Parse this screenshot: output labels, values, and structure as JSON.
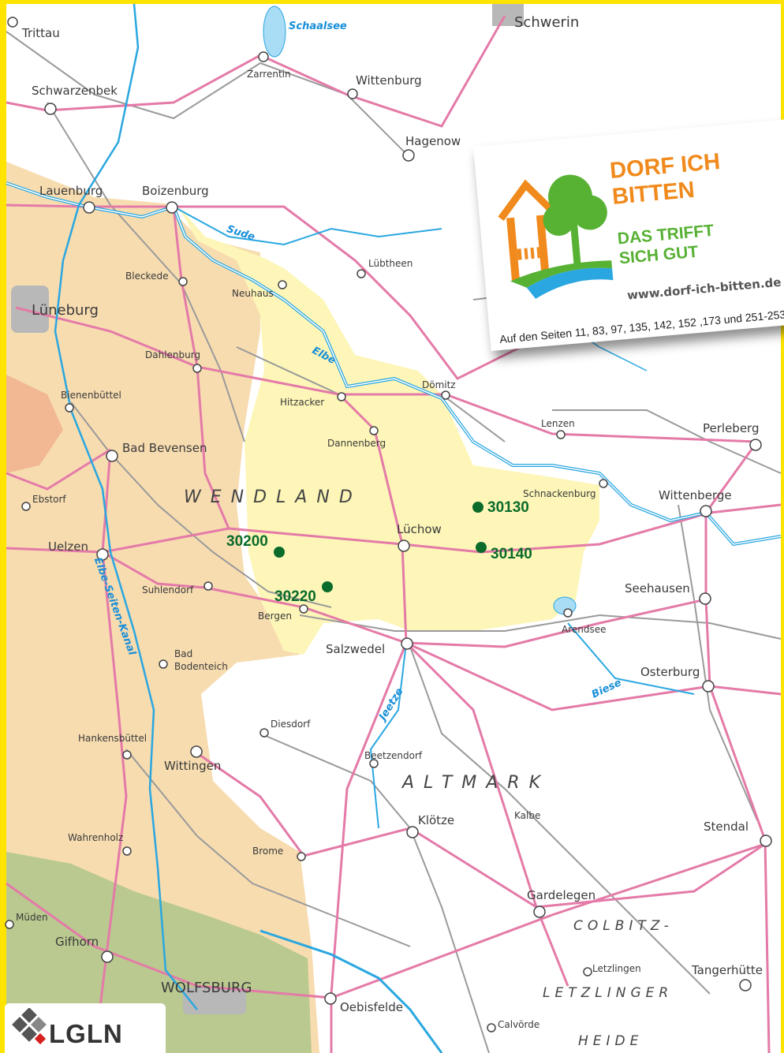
{
  "map": {
    "places_large": [
      {
        "id": "schwerin",
        "name": "Schwerin"
      },
      {
        "id": "lueneburg",
        "name": "Lüneburg"
      },
      {
        "id": "wolfsburg",
        "name": "WOLFSBURG"
      }
    ],
    "places_medium": [
      {
        "id": "trittau",
        "name": "Trittau"
      },
      {
        "id": "schwarzenbek",
        "name": "Schwarzenbek"
      },
      {
        "id": "wittenburg",
        "name": "Wittenburg"
      },
      {
        "id": "hagenow",
        "name": "Hagenow"
      },
      {
        "id": "lauenburg",
        "name": "Lauenburg"
      },
      {
        "id": "boizenburg",
        "name": "Boizenburg"
      },
      {
        "id": "bad-bevensen",
        "name": "Bad Bevensen"
      },
      {
        "id": "uelzen",
        "name": "Uelzen"
      },
      {
        "id": "luechow",
        "name": "Lüchow"
      },
      {
        "id": "salzwedel",
        "name": "Salzwedel"
      },
      {
        "id": "perleberg",
        "name": "Perleberg"
      },
      {
        "id": "wittenberge",
        "name": "Wittenberge"
      },
      {
        "id": "seehausen",
        "name": "Seehausen"
      },
      {
        "id": "osterburg",
        "name": "Osterburg"
      },
      {
        "id": "wittingen",
        "name": "Wittingen"
      },
      {
        "id": "kloetze",
        "name": "Klötze"
      },
      {
        "id": "stendal",
        "name": "Stendal"
      },
      {
        "id": "gardelegen",
        "name": "Gardelegen"
      },
      {
        "id": "gifhorn",
        "name": "Gifhorn"
      },
      {
        "id": "oebisfelde",
        "name": "Oebisfelde"
      },
      {
        "id": "tangerhuette",
        "name": "Tangerhütte"
      }
    ],
    "places_small": [
      {
        "id": "zarrentin",
        "name": "Zarrentin"
      },
      {
        "id": "luebtheen",
        "name": "Lübtheen"
      },
      {
        "id": "bleckede",
        "name": "Bleckede"
      },
      {
        "id": "neuhaus",
        "name": "Neuhaus"
      },
      {
        "id": "dahlenburg",
        "name": "Dahlenburg"
      },
      {
        "id": "bienenbuettel",
        "name": "Bienenbüttel"
      },
      {
        "id": "hitzacker",
        "name": "Hitzacker"
      },
      {
        "id": "doemitz",
        "name": "Dömitz"
      },
      {
        "id": "dannenberg",
        "name": "Dannenberg"
      },
      {
        "id": "lenzen",
        "name": "Lenzen"
      },
      {
        "id": "ebstorf",
        "name": "Ebstorf"
      },
      {
        "id": "schnackenburg",
        "name": "Schnackenburg"
      },
      {
        "id": "suhlendorf",
        "name": "Suhlendorf"
      },
      {
        "id": "bergen",
        "name": "Bergen"
      },
      {
        "id": "arendsee",
        "name": "Arendsee"
      },
      {
        "id": "bad-bodenteich-1",
        "name": "Bad"
      },
      {
        "id": "bad-bodenteich-2",
        "name": "Bodenteich"
      },
      {
        "id": "diesdorf",
        "name": "Diesdorf"
      },
      {
        "id": "hankensbuettel",
        "name": "Hankensbüttel"
      },
      {
        "id": "beetzendorf",
        "name": "Beetzendorf"
      },
      {
        "id": "kalbe",
        "name": "Kalbe"
      },
      {
        "id": "wahrenholz",
        "name": "Wahrenholz"
      },
      {
        "id": "brome",
        "name": "Brome"
      },
      {
        "id": "mueden",
        "name": "Müden"
      },
      {
        "id": "letzlingen",
        "name": "Letzlingen"
      },
      {
        "id": "calvoerde",
        "name": "Calvörde"
      }
    ],
    "regions": [
      {
        "id": "wendland",
        "name": "WENDLAND"
      },
      {
        "id": "altmark",
        "name": "ALTMARK"
      },
      {
        "id": "colbitz",
        "name": "COLBITZ-"
      },
      {
        "id": "letzlinger",
        "name": "LETZLINGER"
      },
      {
        "id": "heide",
        "name": "HEIDE"
      }
    ],
    "rivers": [
      {
        "id": "schaalsee",
        "name": "Schaalsee"
      },
      {
        "id": "sude",
        "name": "Sude"
      },
      {
        "id": "elbe",
        "name": "Elbe"
      },
      {
        "id": "elbe-seiten-kanal",
        "name": "Elbe-Seiten-Kanal"
      },
      {
        "id": "jeetze",
        "name": "Jeetze"
      },
      {
        "id": "biese",
        "name": "Biese"
      }
    ],
    "codes": [
      {
        "id": "30130",
        "label": "30130"
      },
      {
        "id": "30140",
        "label": "30140"
      },
      {
        "id": "30200",
        "label": "30200"
      },
      {
        "id": "30220",
        "label": "30220"
      }
    ]
  },
  "promo": {
    "title_line1": "DORF ICH",
    "title_line2": "BITTEN",
    "subtitle_line1": "DAS TRIFFT",
    "subtitle_line2": "SICH GUT",
    "url": "www.dorf-ich-bitten.de",
    "pages_note": "Auf den Seiten 11, 83, 97, 135, 142, 152 ,173 und 251-253"
  },
  "logo": {
    "text": "LGLN"
  },
  "colors": {
    "frame": "#ffe400",
    "highlight_area": "#fdf6b8",
    "district_area": "#f7dcb0",
    "forest_area": "#b9c98f",
    "water": "#2aa7e0",
    "main_road": "#e47aa8",
    "minor_road": "#999999",
    "code_marker": "#0a6b2a",
    "promo_orange": "#f08a1c",
    "promo_green": "#57b133"
  }
}
